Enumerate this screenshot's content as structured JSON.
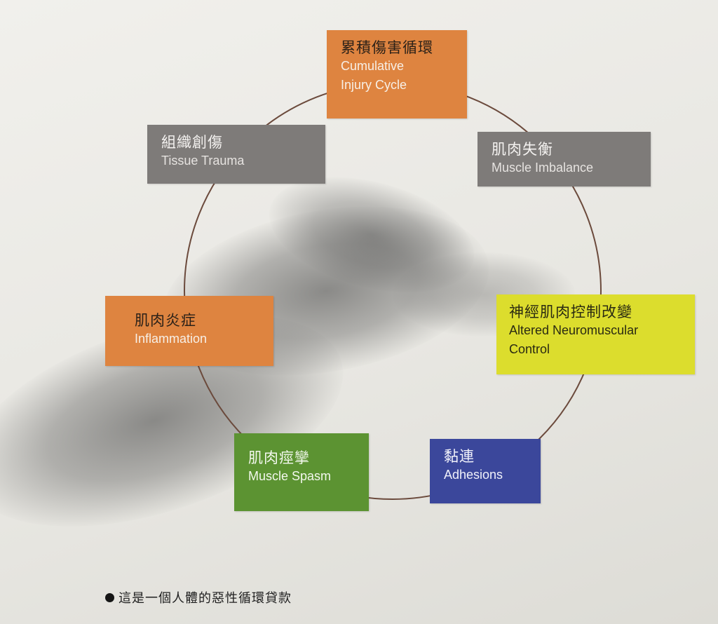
{
  "cycle": {
    "nodes": [
      {
        "id": "cumulative",
        "zh": "累積傷害循環",
        "en": [
          "Cumulative",
          "Injury Cycle"
        ],
        "color": "#de8440"
      },
      {
        "id": "imbalance",
        "zh": "肌肉失衡",
        "en": [
          "Muscle Imbalance"
        ],
        "color": "#7e7b79"
      },
      {
        "id": "neuromuscular",
        "zh": "神經肌肉控制改變",
        "en": [
          "Altered Neuromuscular",
          "Control"
        ],
        "color": "#dcdd2d"
      },
      {
        "id": "adhesions",
        "zh": "黏連",
        "en": [
          "Adhesions"
        ],
        "color": "#3b479b"
      },
      {
        "id": "spasm",
        "zh": "肌肉痙攣",
        "en": [
          "Muscle Spasm"
        ],
        "color": "#5c9332"
      },
      {
        "id": "inflammation",
        "zh": "肌肉炎症",
        "en": [
          "Inflammation"
        ],
        "color": "#de8440"
      },
      {
        "id": "trauma",
        "zh": "組織創傷",
        "en": [
          "Tissue Trauma"
        ],
        "color": "#7e7b79"
      }
    ],
    "line_color": "#6b4a3c"
  },
  "caption": "這是一個人體的惡性循環貸款"
}
